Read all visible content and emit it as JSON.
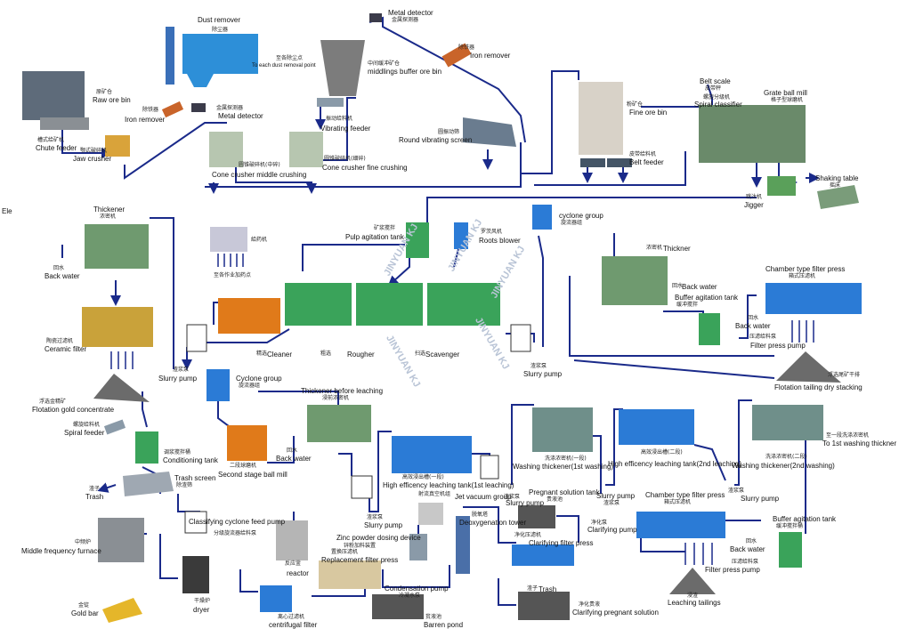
{
  "stray_text": "Ele",
  "watermarks": [
    "JINYUAN KJ",
    "JINYUAN KJ",
    "JINYUAN KJ",
    "JINYUAN KJ",
    "JINYUAN KJ"
  ],
  "labels": {
    "dust_remover": "Dust remover",
    "dust_remover_cn": "除尘器",
    "to_dust_point": "To each dust removal point",
    "to_dust_point_cn": "至各除尘点",
    "metal_detector_top": "Metal detector",
    "metal_detector_top_cn": "金属探测器",
    "iron_remover_top": "Iron remover",
    "iron_remover_top_cn": "除铁器",
    "middlings_bin": "middlings buffer ore bin",
    "middlings_bin_cn": "中间缓冲矿仓",
    "raw_ore_bin": "Raw ore bin",
    "raw_ore_bin_cn": "原矿仓",
    "iron_remover_left": "Iron remover",
    "iron_remover_left_cn": "除铁器",
    "metal_detector_mid": "Metal detector",
    "metal_detector_mid_cn": "金属探测器",
    "chute_feeder": "Chute feeder",
    "chute_feeder_cn": "槽式给矿机",
    "jaw_crusher": "Jaw crusher",
    "jaw_crusher_cn": "颚式破碎机",
    "vibrating_feeder": "Vibrating feeder",
    "vibrating_feeder_cn": "振动给料机",
    "cone_middle": "Cone crusher middle crushing",
    "cone_middle_cn": "圆锥破碎机(中碎)",
    "cone_fine": "Cone crusher fine crushing",
    "cone_fine_cn": "圆锥破碎机(细碎)",
    "round_screen": "Round vibrating screen",
    "round_screen_cn": "圆振动筛",
    "fine_ore_bin": "Fine ore bin",
    "fine_ore_bin_cn": "粉矿仓",
    "belt_feeder": "Belt feeder",
    "belt_feeder_cn": "皮带给料机",
    "belt_scale": "Belt scale",
    "belt_scale_cn": "皮带秤",
    "spiral_classifier": "Spiral classifier",
    "spiral_classifier_cn": "螺旋分级机",
    "grate_ball_mill": "Grate ball mill",
    "grate_ball_mill_cn": "格子型球磨机",
    "jigger": "Jigger",
    "jigger_cn": "跳汰机",
    "shaking_table": "Shaking table",
    "shaking_table_cn": "摇床",
    "thickener_left": "Thickener",
    "thickener_left_cn": "浓密机",
    "back_water_1": "Back water",
    "back_water_1_cn": "回水",
    "ceramic_filter": "Ceramic filter",
    "ceramic_filter_cn": "陶瓷过滤机",
    "flotation_gold_conc": "Flotation gold concentrate",
    "flotation_gold_conc_cn": "浮选金精矿",
    "reagent_feeder_cn": "給药机",
    "to_each_point_cn": "至各作业加药点",
    "pulp_agitation": "Pulp agitation tank",
    "pulp_agitation_cn": "矿浆搅拌",
    "roots_blower": "Roots blower",
    "roots_blower_cn": "罗茨风机",
    "cyclone_group_top": "cyclone group",
    "cyclone_group_top_cn": "旋流器组",
    "thickener_right": "Thickner",
    "thickener_right_cn": "浓密机",
    "back_water_2": "Back water",
    "back_water_2_cn": "回水",
    "chamber_filter_top": "Chamber type filter press",
    "chamber_filter_top_cn": "箱式压滤机",
    "buffer_tank_top": "Buffer agitation tank",
    "buffer_tank_top_cn": "缓冲搅拌",
    "back_water_3": "Back water",
    "back_water_3_cn": "回水",
    "filter_press_pump_top": "Filter press pump",
    "filter_press_pump_top_cn": "压滤给料泵",
    "cleaner": "Cleaner",
    "cleaner_cn": "精选",
    "rougher": "Rougher",
    "rougher_cn": "粗选",
    "scavenger": "Scavenger",
    "scavenger_cn": "扫选",
    "slurry_pump_1": "Slurry pump",
    "slurry_pump_1_cn": "渣浆泵",
    "slurry_pump_2": "Slurry pump",
    "slurry_pump_2_cn": "渣浆泵",
    "dry_stacking": "Flotation tailing dry stacking",
    "dry_stacking_cn": "浮选尾矿干排",
    "cyclone_group_mid": "Cyclone group",
    "cyclone_group_mid_cn": "旋流器组",
    "thickener_before_leach": "Thickener before leaching",
    "thickener_before_leach_cn": "浸前浓密机",
    "spiral_feeder": "Spiral feeder",
    "spiral_feeder_cn": "螺旋给料机",
    "conditioning_tank": "Conditioning tank",
    "conditioning_tank_cn": "调浆搅拌桶",
    "second_ball_mill": "Second stage ball mill",
    "second_ball_mill_cn": "二段球磨机",
    "back_water_4": "Back water",
    "back_water_4_cn": "回水",
    "trash_screen": "Trash screen",
    "trash_screen_cn": "除渣筛",
    "trash_1": "Trash",
    "trash_1_cn": "渣子",
    "classifying_pump": "Classifying cyclone feed pump",
    "classifying_pump_cn": "分级旋流器给料泵",
    "hel_tank_1": "High efficency leaching tank(1st leaching)",
    "hel_tank_1_cn": "高效浸出槽(一段)",
    "slurry_pump_3": "Slurry pump",
    "slurry_pump_3_cn": "渣浆泵",
    "slurry_pump_4": "Slurry pump",
    "slurry_pump_4_cn": "渣浆泵",
    "washing_thick_1": "Washing thickener(1st washing)",
    "washing_thick_1_cn": "洗涤浓密机(一段)",
    "hel_tank_2": "High efficency leaching tank(2nd leaching)",
    "hel_tank_2_cn": "高效浸出槽(二段)",
    "washing_thick_2": "Washing thickener(2nd washing)",
    "washing_thick_2_cn": "洗涤浓密机(二段)",
    "to_1st_washing": "To 1st washing thickner",
    "to_1st_washing_cn": "至一段洗涤浓密机",
    "slurry_pump_5": "Slurry pump",
    "slurry_pump_5_cn": "渣浆泵",
    "slurry_pump_6": "Slurry pump",
    "slurry_pump_6_cn": "渣浆泵",
    "middle_freq_furnace": "Middle frequency furnace",
    "middle_freq_furnace_cn": "中频炉",
    "gold_bar": "Gold bar",
    "gold_bar_cn": "金锭",
    "dryer": "dryer",
    "dryer_cn": "干燥炉",
    "reactor": "reactor",
    "reactor_cn": "反应釜",
    "centrifugal_filter": "centrifugal filter",
    "centrifugal_filter_cn": "离心过滤机",
    "zinc_dosing": "Zinc powder dosing device",
    "zinc_dosing_cn": "锌粉加料装置",
    "replacement_filter": "Replacement filter press",
    "replacement_filter_cn": "置换压滤机",
    "condensation_pump": "Condensation pump",
    "condensation_pump_cn": "冷凝水泵",
    "barren_pond": "Barren pond",
    "barren_pond_cn": "贫液池",
    "jet_vacuum": "Jet vacuum group",
    "jet_vacuum_cn": "射流真空机组",
    "deoxygenation_tower": "Deoxygenation tower",
    "deoxygenation_tower_cn": "脱氧塔",
    "pregnant_solution_tank": "Pregnant solution tank",
    "pregnant_solution_tank_cn": "贵液池",
    "clarifying_pump_1": "Clarifying pump",
    "clarifying_pump_1_cn": "净化泵",
    "clarifying_filter": "Clarifying filter press",
    "clarifying_filter_cn": "净化压滤机",
    "trash_2": "Trash",
    "trash_2_cn": "渣子",
    "clarifying_solution": "Clarifying pregnant solution",
    "clarifying_solution_cn": "净化贵液",
    "chamber_filter_bot": "Chamber type filter press",
    "chamber_filter_bot_cn": "箱式压滤机",
    "buffer_tank_bot": "Buffer agitation tank",
    "buffer_tank_bot_cn": "缓冲搅拌桶",
    "back_water_5": "Back water",
    "back_water_5_cn": "回水",
    "filter_press_pump_bot": "Filter press pump",
    "filter_press_pump_bot_cn": "压滤给料泵",
    "leaching_tailings": "Leaching tailings",
    "leaching_tailings_cn": "浸渣"
  },
  "colors": {
    "flow_line": "#1a2a8a",
    "arrow": "#f2e96b",
    "tank_green": "#3aa35a",
    "machine_blue": "#2b7bd6",
    "ore_gray": "#6c6c6c",
    "furnace_orange": "#e07a1a"
  }
}
